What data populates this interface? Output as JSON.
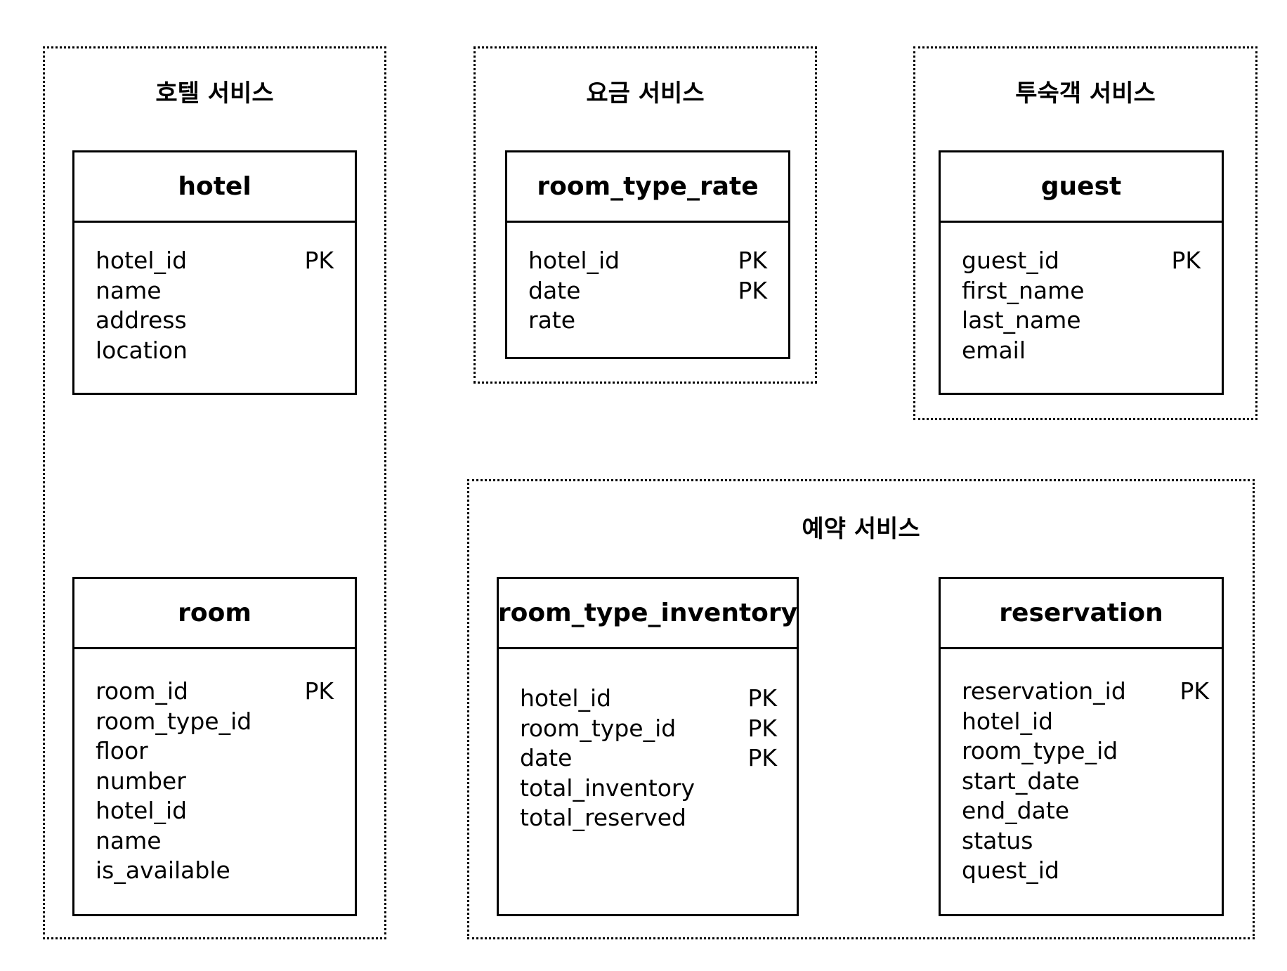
{
  "services": [
    {
      "id": "hotel-service",
      "title": "호텔 서비스",
      "entities": [
        {
          "name": "hotel",
          "fields": [
            {
              "name": "hotel_id",
              "key": "PK"
            },
            {
              "name": "name",
              "key": ""
            },
            {
              "name": "address",
              "key": ""
            },
            {
              "name": "location",
              "key": ""
            }
          ]
        },
        {
          "name": "room",
          "fields": [
            {
              "name": "room_id",
              "key": "PK"
            },
            {
              "name": "room_type_id",
              "key": ""
            },
            {
              "name": "floor",
              "key": ""
            },
            {
              "name": "number",
              "key": ""
            },
            {
              "name": "hotel_id",
              "key": ""
            },
            {
              "name": "name",
              "key": ""
            },
            {
              "name": "is_available",
              "key": ""
            }
          ]
        }
      ]
    },
    {
      "id": "rate-service",
      "title": "요금 서비스",
      "entities": [
        {
          "name": "room_type_rate",
          "fields": [
            {
              "name": "hotel_id",
              "key": "PK"
            },
            {
              "name": "date",
              "key": "PK"
            },
            {
              "name": "rate",
              "key": ""
            }
          ]
        }
      ]
    },
    {
      "id": "guest-service",
      "title": "투숙객 서비스",
      "entities": [
        {
          "name": "guest",
          "fields": [
            {
              "name": "guest_id",
              "key": "PK"
            },
            {
              "name": "first_name",
              "key": ""
            },
            {
              "name": "last_name",
              "key": ""
            },
            {
              "name": "email",
              "key": ""
            }
          ]
        }
      ]
    },
    {
      "id": "reservation-service",
      "title": "예약 서비스",
      "entities": [
        {
          "name": "room_type_inventory",
          "fields": [
            {
              "name": "hotel_id",
              "key": "PK"
            },
            {
              "name": "room_type_id",
              "key": "PK"
            },
            {
              "name": "date",
              "key": "PK"
            },
            {
              "name": "total_inventory",
              "key": ""
            },
            {
              "name": "total_reserved",
              "key": ""
            }
          ]
        },
        {
          "name": "reservation",
          "fields": [
            {
              "name": "reservation_id",
              "key": "PK"
            },
            {
              "name": "hotel_id",
              "key": ""
            },
            {
              "name": "room_type_id",
              "key": ""
            },
            {
              "name": "start_date",
              "key": ""
            },
            {
              "name": "end_date",
              "key": ""
            },
            {
              "name": "status",
              "key": ""
            },
            {
              "name": "quest_id",
              "key": ""
            }
          ]
        }
      ]
    }
  ]
}
